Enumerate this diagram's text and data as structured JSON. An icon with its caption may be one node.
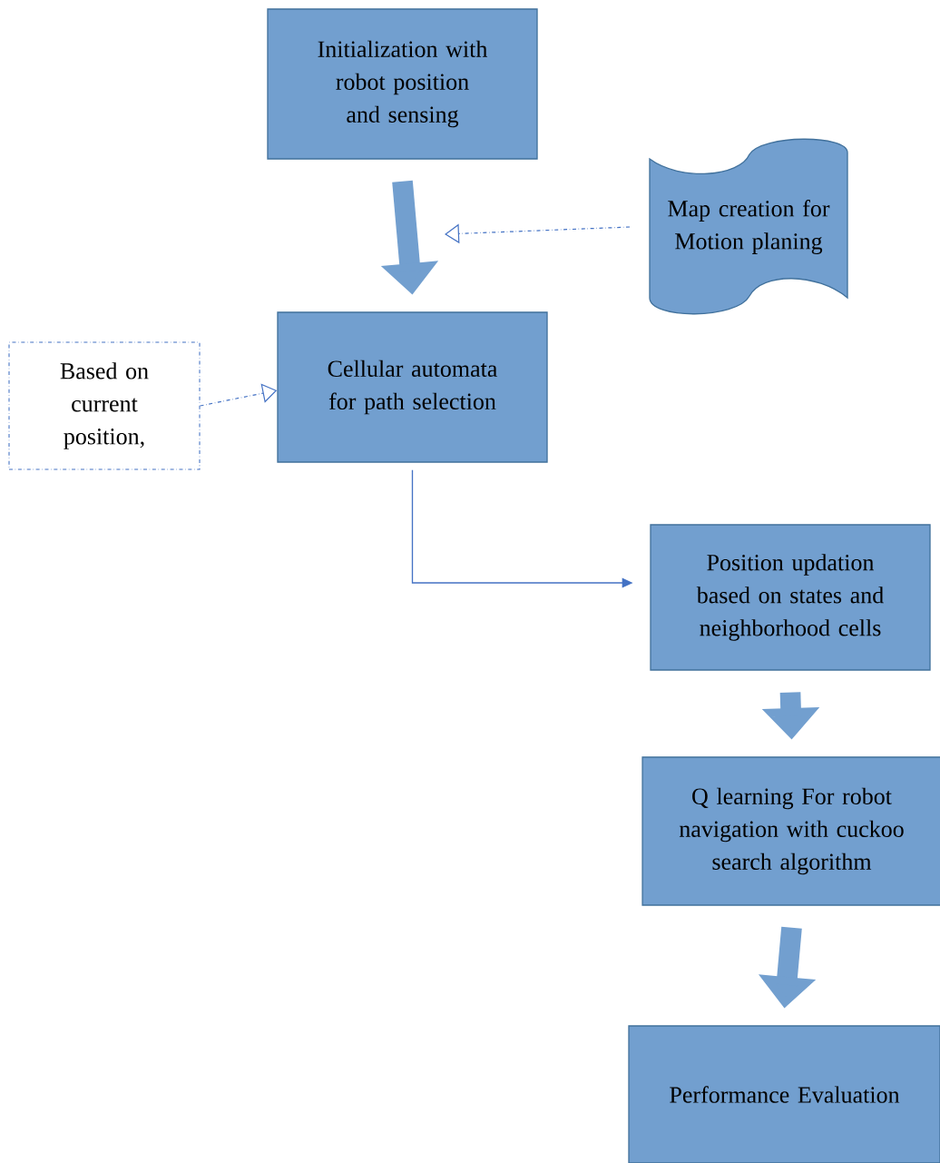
{
  "diagram": {
    "nodes": [
      {
        "text": [
          "Initialization with robot position and sensing"
        ]
      },
      {
        "text": [
          "Map creation for Motion planing"
        ]
      },
      {
        "text": [
          "Based on current position,"
        ]
      },
      {
        "text": [
          "Cellular automata for path selection"
        ]
      },
      {
        "text": [
          "Position updation based on states and neighborhood cells"
        ]
      },
      {
        "text": [
          "Q learning For robot navigation with cuckoo search algorithm"
        ]
      },
      {
        "text": [
          "Performance Evaluation"
        ]
      }
    ],
    "edges": [
      {
        "from": 0,
        "to": 3,
        "arrow": "to",
        "style": "thick"
      },
      {
        "from": 1,
        "to": null,
        "arrow": "to",
        "style": "dashed"
      },
      {
        "from": 2,
        "to": 3,
        "arrow": "to",
        "style": "dashed"
      },
      {
        "from": 3,
        "to": 4,
        "arrow": "to"
      },
      {
        "from": 4,
        "to": 5,
        "arrow": "to",
        "style": "thick"
      },
      {
        "from": 5,
        "to": 6,
        "arrow": "to",
        "style": "thick"
      }
    ]
  }
}
